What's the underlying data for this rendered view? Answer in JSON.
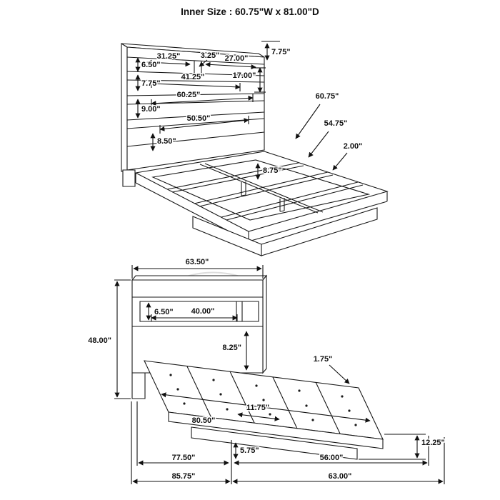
{
  "title": "Inner Size : 60.75\"W x 81.00\"D",
  "perspective_view": {
    "dims": {
      "shelf_opening_height": "6.50\"",
      "left_opening_width": "31.25\"",
      "divider_width": "3.25\"",
      "right_opening_width": "27.00\"",
      "top_section_height": "7.75\"",
      "middle_band_width": "41.25\"",
      "right_side_height": "17.00\"",
      "middle_band_height": "7.75\"",
      "lower_band_height": "9.00\"",
      "headboard_face_width": "60.25\"",
      "lower_opening_width": "50.50\"",
      "headboard_base_height": "8.50\"",
      "inner_width": "60.75\"",
      "slat_length": "54.75\"",
      "rail_thickness": "2.00\"",
      "rail_height": "8.75\""
    }
  },
  "side_view": {
    "dims": {
      "headboard_width": "63.50\"",
      "headboard_height": "48.00\"",
      "shelf_opening_height": "6.50\"",
      "shelf_opening_width": "40.00\"",
      "shelf_to_deck_height": "8.25\"",
      "deck_board_thickness": "1.75\"",
      "deck_length": "80.50\"",
      "slat_spacing": "11.75\"",
      "foot_end_height": "12.25\"",
      "base_length": "77.50\"",
      "base_height": "5.75\"",
      "base_width": "56.00\"",
      "overall_length": "85.75\"",
      "overall_width": "63.00\""
    }
  }
}
